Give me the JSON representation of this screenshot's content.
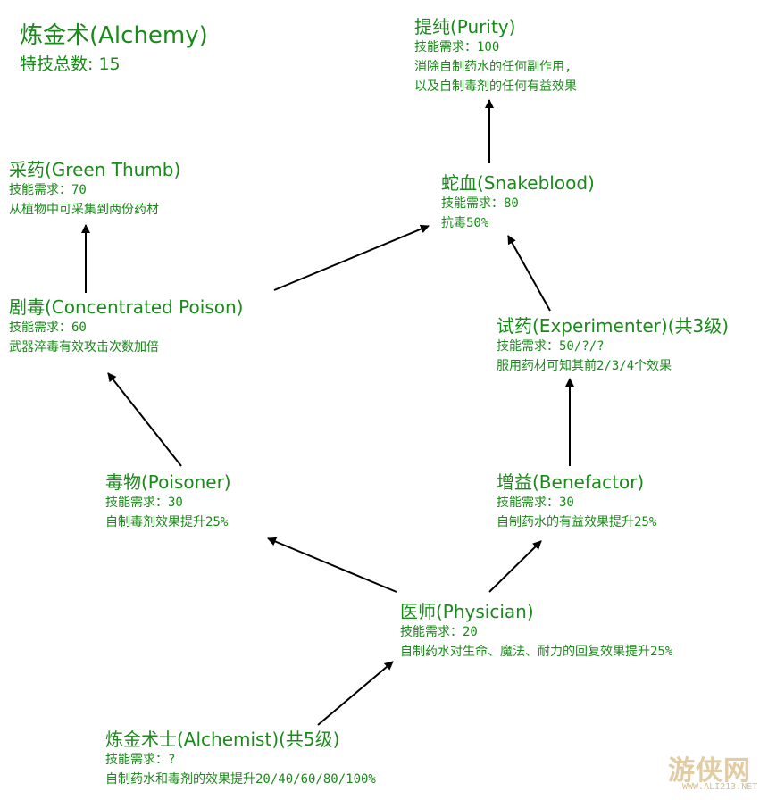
{
  "tree": {
    "title": "炼金术(Alchemy)",
    "subtitle": "特技总数: 15"
  },
  "nodes": {
    "purity": {
      "name": "提纯(Purity)",
      "lines": [
        "技能需求：100",
        "消除自制药水的任何副作用,",
        "以及自制毒剂的任何有益效果"
      ]
    },
    "snakeblood": {
      "name": "蛇血(Snakeblood)",
      "lines": [
        "技能需求：80",
        "抗毒50%"
      ]
    },
    "green_thumb": {
      "name": "采药(Green Thumb)",
      "lines": [
        "技能需求：70",
        "从植物中可采集到两份药材"
      ]
    },
    "concentrated_poison": {
      "name": "剧毒(Concentrated Poison)",
      "lines": [
        "技能需求：60",
        "武器淬毒有效攻击次数加倍"
      ]
    },
    "experimenter": {
      "name": "试药(Experimenter)(共3级)",
      "lines": [
        "技能需求：50/?/?",
        "服用药材可知其前2/3/4个效果"
      ]
    },
    "poisoner": {
      "name": "毒物(Poisoner)",
      "lines": [
        "技能需求：30",
        "自制毒剂效果提升25%"
      ]
    },
    "benefactor": {
      "name": "增益(Benefactor)",
      "lines": [
        "技能需求：30",
        "自制药水的有益效果提升25%"
      ]
    },
    "physician": {
      "name": "医师(Physician)",
      "lines": [
        "技能需求：20",
        "自制药水对生命、魔法、耐力的回复效果提升25%"
      ]
    },
    "alchemist": {
      "name": "炼金术士(Alchemist)(共5级)",
      "lines": [
        "技能需求：?",
        "自制药水和毒剂的效果提升20/40/60/80/100%"
      ]
    }
  },
  "watermark": {
    "text": "游侠网",
    "url": "WWW.ALI213.NET"
  },
  "colors": {
    "text": "#1a8a1a",
    "arrow": "#000000",
    "background": "#ffffff",
    "watermark": "#c9a35a"
  }
}
